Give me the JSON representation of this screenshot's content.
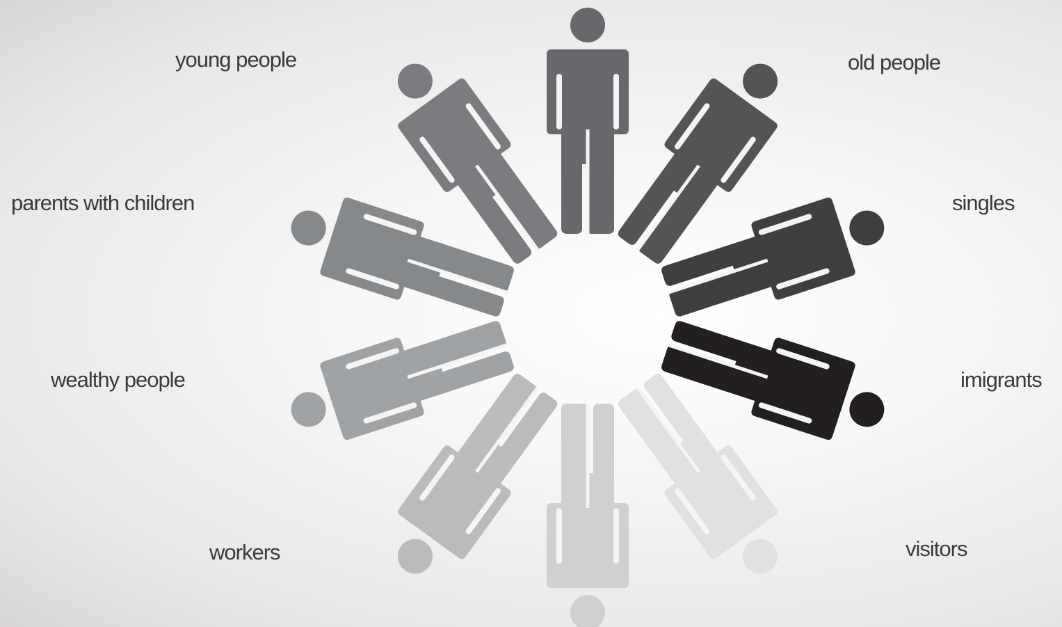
{
  "labels": {
    "young": "young people",
    "old": "old people",
    "parents": "parents with children",
    "singles": "singles",
    "wealthy": "wealthy people",
    "imigrants": "imigrants",
    "workers": "workers",
    "visitors": "visitors"
  },
  "figures": [
    {
      "name": "figure-top",
      "color": "#67686b"
    },
    {
      "name": "figure-old-people",
      "color": "#535456"
    },
    {
      "name": "figure-singles",
      "color": "#3e3f41"
    },
    {
      "name": "figure-imigrants",
      "color": "#231f20"
    },
    {
      "name": "figure-visitors",
      "color": "#dfe0e1"
    },
    {
      "name": "figure-bottom",
      "color": "#cfd0d2"
    },
    {
      "name": "figure-workers",
      "color": "#b9bbbd"
    },
    {
      "name": "figure-wealthy-people",
      "color": "#a0a3a5"
    },
    {
      "name": "figure-parents-with-children",
      "color": "#86898c"
    },
    {
      "name": "figure-young-people",
      "color": "#7a7c7f"
    }
  ]
}
